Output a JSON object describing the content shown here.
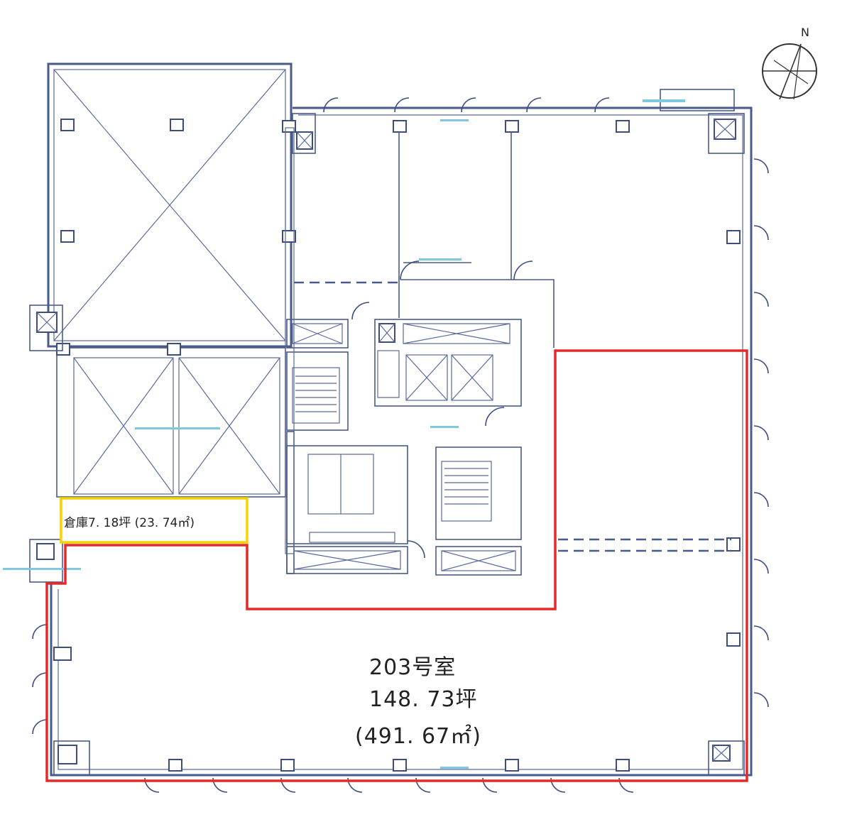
{
  "compass": {
    "label": "N"
  },
  "unit_203": {
    "name": "203号室",
    "area_tsubo": "148. 73坪",
    "area_m2": "(491. 67㎡)"
  },
  "storage": {
    "label": "倉庫7. 18坪 (23. 74㎡)"
  },
  "colors": {
    "lease_outline": "#e32a2a",
    "storage_outline": "#f2d400",
    "walls": "#4a5a8a"
  }
}
